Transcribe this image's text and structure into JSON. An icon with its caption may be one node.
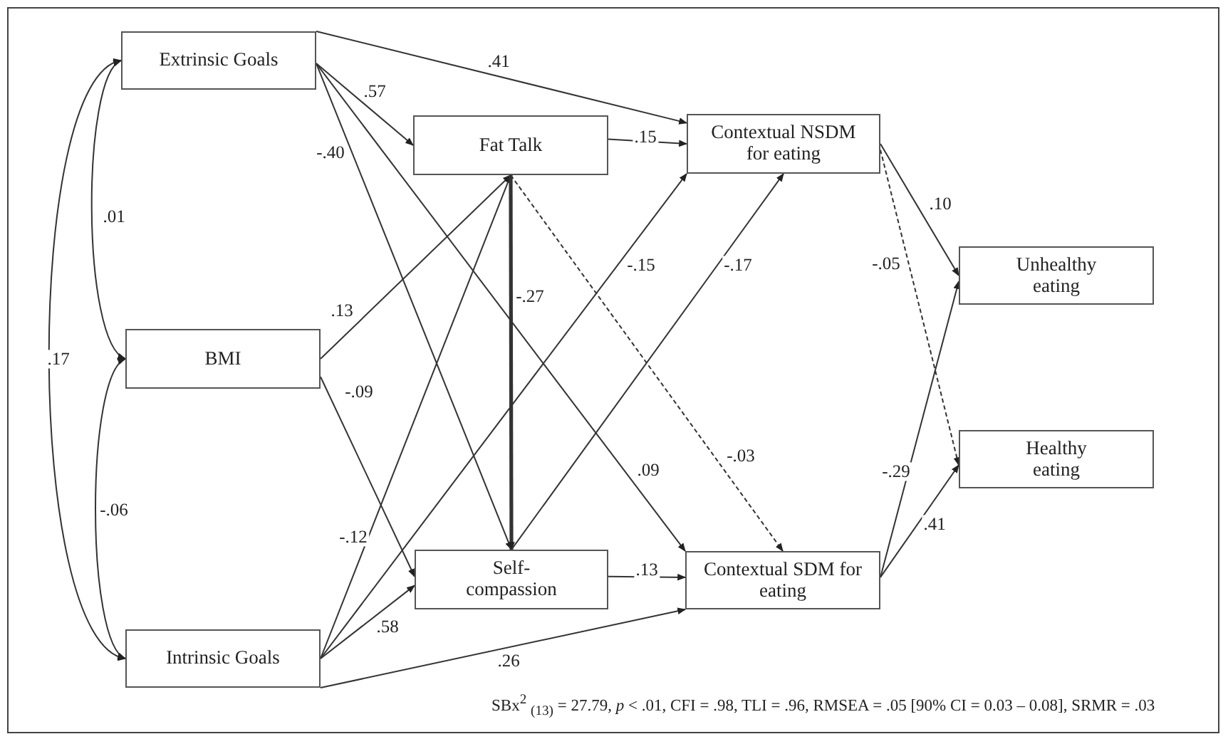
{
  "diagram": {
    "nodes": [
      {
        "text": [
          "Extrinsic Goals"
        ]
      },
      {
        "text": [
          "BMI"
        ]
      },
      {
        "text": [
          "Intrinsic Goals"
        ]
      },
      {
        "text": [
          "Fat Talk"
        ]
      },
      {
        "text": [
          "Self- compassion"
        ]
      },
      {
        "text": [
          "Contextual NSDM for eating"
        ]
      },
      {
        "text": [
          "Contextual SDM for eating"
        ]
      },
      {
        "text": [
          "Unhealthy eating"
        ]
      },
      {
        "text": [
          "Healthy eating"
        ]
      }
    ],
    "edges": [
      {
        "from": 0,
        "to": 1,
        "arrow": "both",
        "label": ".01"
      },
      {
        "from": 0,
        "to": 2,
        "arrow": "both",
        "label": ".17"
      },
      {
        "from": 1,
        "to": 2,
        "arrow": "both",
        "label": "-.06"
      },
      {
        "from": 0,
        "to": 3,
        "arrow": "to",
        "label": ".57"
      },
      {
        "from": 0,
        "to": 5,
        "arrow": "to",
        "label": ".41"
      },
      {
        "from": 0,
        "to": 4,
        "arrow": "to",
        "label": "-.40"
      },
      {
        "from": 0,
        "to": 6,
        "arrow": "to",
        "label": ".09"
      },
      {
        "from": 1,
        "to": 3,
        "arrow": "to",
        "label": ".13"
      },
      {
        "from": 1,
        "to": 4,
        "arrow": "to",
        "label": "-.09"
      },
      {
        "from": 2,
        "to": 3,
        "arrow": "to",
        "label": "-.12"
      },
      {
        "from": 2,
        "to": 4,
        "arrow": "to",
        "label": ".58"
      },
      {
        "from": 2,
        "to": 5,
        "arrow": "to",
        "label": "-.15"
      },
      {
        "from": 2,
        "to": 6,
        "arrow": "to",
        "label": ".26"
      },
      {
        "from": 3,
        "to": 5,
        "arrow": "to",
        "label": ".15"
      },
      {
        "from": 3,
        "to": 4,
        "arrow": "to",
        "label": "-.27",
        "style": "thick"
      },
      {
        "from": 3,
        "to": 6,
        "arrow": "to",
        "label": "-.03",
        "style": "dashed"
      },
      {
        "from": 4,
        "to": 5,
        "arrow": "to",
        "label": "-.17"
      },
      {
        "from": 4,
        "to": 6,
        "arrow": "to",
        "label": ".13"
      },
      {
        "from": 5,
        "to": 7,
        "arrow": "to",
        "label": ".10"
      },
      {
        "from": 5,
        "to": 8,
        "arrow": "to",
        "label": "-.05",
        "style": "dashed"
      },
      {
        "from": 6,
        "to": 7,
        "arrow": "to",
        "label": "-.29"
      },
      {
        "from": 6,
        "to": 8,
        "arrow": "to",
        "label": ".41"
      }
    ],
    "labels": [
      "SBx$^{2}$ $_{(13)}$ = 27.79, *p* < .01, CFI = .98, TLI = .96, RMSEA = .05 [90% CI = 0.03 – 0.08], SRMR = .03"
    ]
  }
}
